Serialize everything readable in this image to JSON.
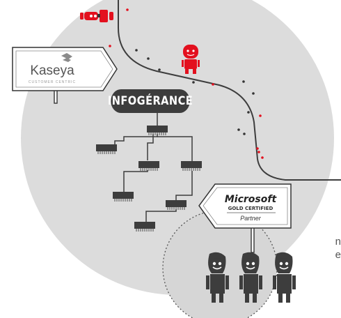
{
  "infogerance": {
    "label": "INFOGÉRANCE"
  },
  "kaseya": {
    "name": "Kaseya",
    "tagline": "CUSTOMER CENTRIC"
  },
  "microsoft": {
    "brand": "Microsoft",
    "certification": "GOLD CERTIFIED",
    "partner": "Partner"
  },
  "right_text": {
    "line1": "n",
    "line2": "e"
  },
  "colors": {
    "background": "#ffffff",
    "circle": "#dcdcdc",
    "dark": "#3d3d3d",
    "accent": "#e3101e"
  },
  "icons": [
    "robot-icon",
    "chip-icon",
    "signpost-icon",
    "avatar-icon"
  ]
}
